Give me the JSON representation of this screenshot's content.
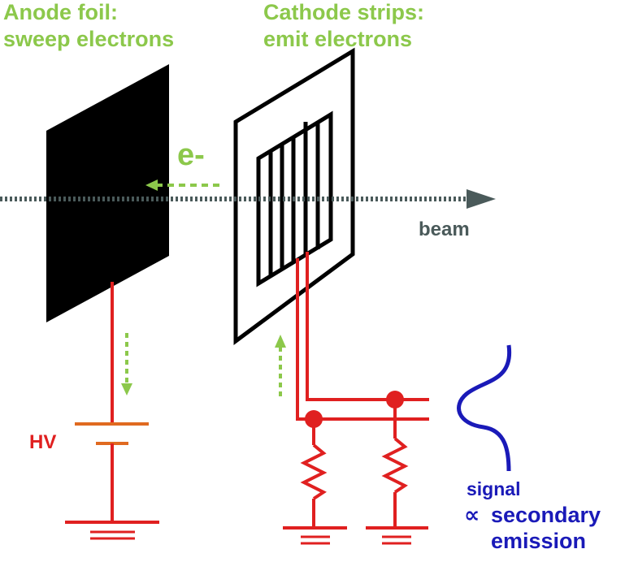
{
  "labels": {
    "anode_line1": "Anode foil:",
    "anode_line2": "sweep electrons",
    "cathode_line1": "Cathode strips:",
    "cathode_line2": "emit electrons",
    "electron": "e-",
    "beam": "beam",
    "hv": "HV",
    "signal_line1": "signal",
    "signal_symbol": "∝",
    "signal_line2": "secondary",
    "signal_line3": "emission"
  },
  "colors": {
    "green": "#8cc84b",
    "red": "#e02020",
    "orange": "#e06a20",
    "black": "#000000",
    "beam_gray": "#4a5a5a",
    "signal_blue": "#1a1ab8"
  }
}
